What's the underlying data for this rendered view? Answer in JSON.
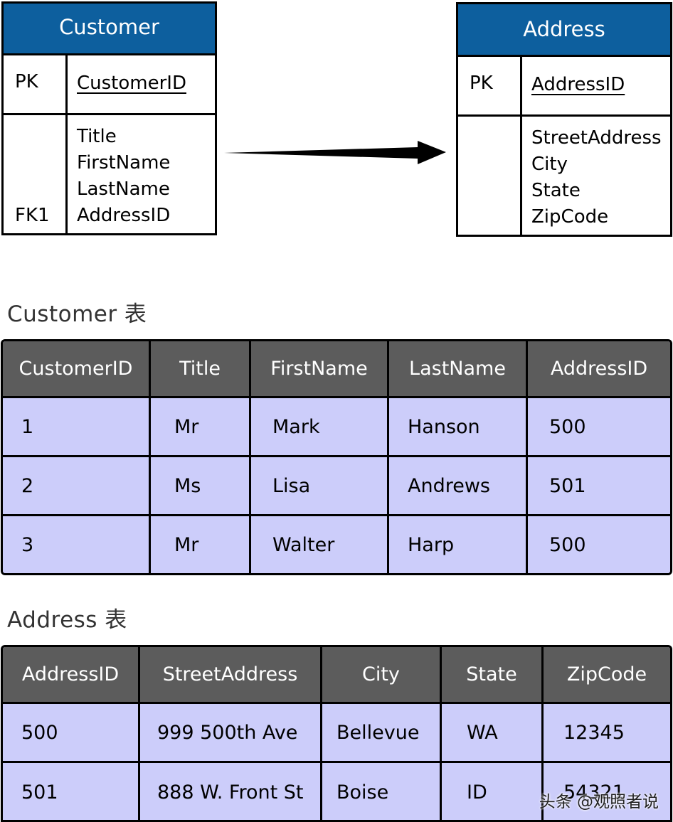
{
  "er": {
    "customer": {
      "title": "Customer",
      "pk_label": "PK",
      "pk_field": "CustomerID",
      "fk_label": "FK1",
      "fields": [
        "Title",
        "FirstName",
        "LastName",
        "AddressID"
      ]
    },
    "address": {
      "title": "Address",
      "pk_label": "PK",
      "pk_field": "AddressID",
      "fields": [
        "StreetAddress",
        "City",
        "State",
        "ZipCode"
      ]
    }
  },
  "customer_table": {
    "caption": "Customer 表",
    "headers": [
      "CustomerID",
      "Title",
      "FirstName",
      "LastName",
      "AddressID"
    ],
    "rows": [
      [
        "1",
        "Mr",
        "Mark",
        "Hanson",
        "500"
      ],
      [
        "2",
        "Ms",
        "Lisa",
        "Andrews",
        "501"
      ],
      [
        "3",
        "Mr",
        "Walter",
        "Harp",
        "500"
      ]
    ]
  },
  "address_table": {
    "caption": "Address 表",
    "headers": [
      "AddressID",
      "StreetAddress",
      "City",
      "State",
      "ZipCode"
    ],
    "rows": [
      [
        "500",
        "999 500th Ave",
        "Bellevue",
        "WA",
        "12345"
      ],
      [
        "501",
        "888 W. Front St",
        "Boise",
        "ID",
        "54321"
      ]
    ]
  },
  "watermark": "头条 @观照者说",
  "colors": {
    "entity_header": "#0d5f9e",
    "table_header": "#5c5c5c",
    "table_row": "#cccdfa"
  }
}
